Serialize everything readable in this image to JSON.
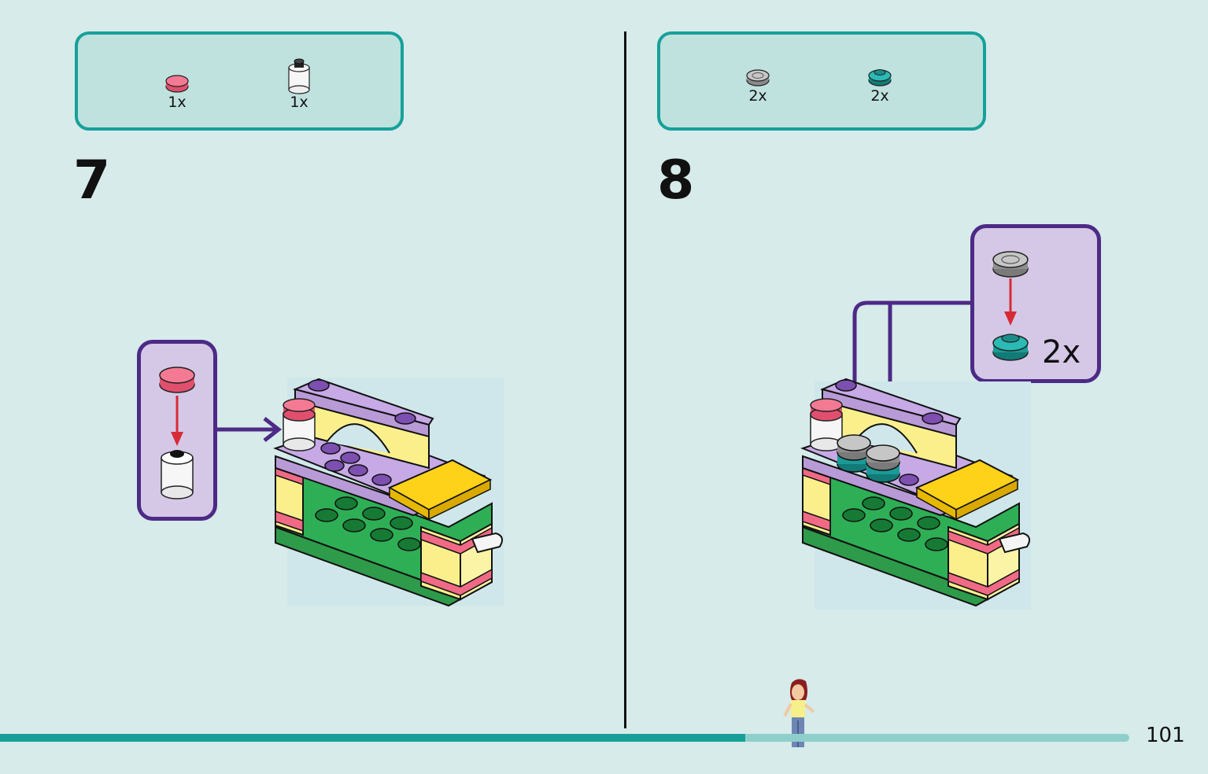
{
  "page": {
    "number": "101",
    "progress_fraction": 0.66
  },
  "steps": [
    {
      "number": "7",
      "parts": [
        {
          "icon": "pink-round-tile-icon",
          "qty": "1x",
          "color": "#f06a86"
        },
        {
          "icon": "clear-round-brick-icon",
          "qty": "1x",
          "color": "#f4f4f4"
        }
      ]
    },
    {
      "number": "8",
      "parts": [
        {
          "icon": "grey-printed-round-tile-icon",
          "qty": "2x",
          "color": "#b7b7b7"
        },
        {
          "icon": "teal-round-plate-icon",
          "qty": "2x",
          "color": "#1a9b97"
        }
      ],
      "callout_qty": "2x"
    }
  ],
  "colors": {
    "background": "#d6ebea",
    "accent_teal": "#17a09a",
    "callout_purple": "#4d2a86",
    "arrow_red": "#d62b36"
  }
}
